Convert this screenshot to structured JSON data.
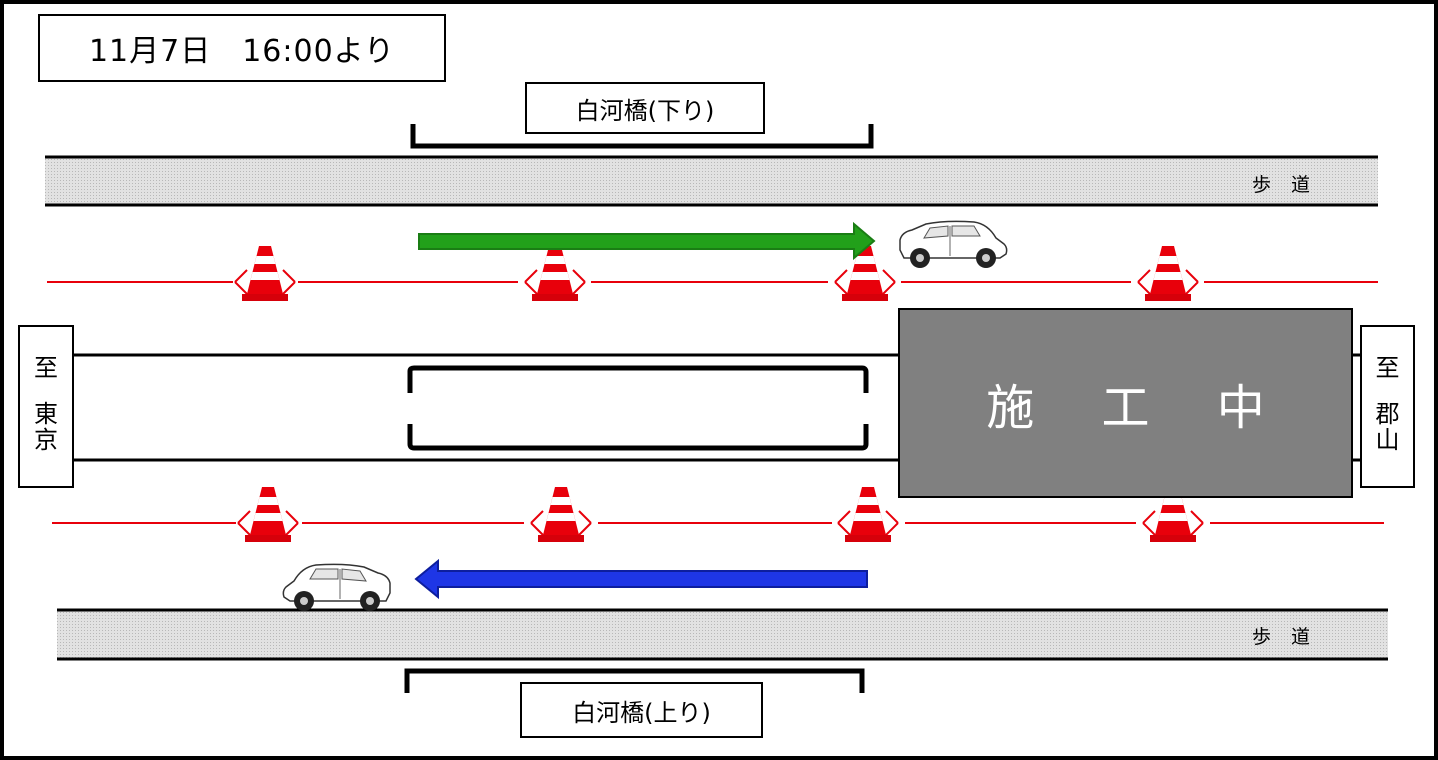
{
  "header": {
    "date_text": "11月7日　16:00より"
  },
  "bridges": {
    "down_label": "白河橋(下り)",
    "up_label": "白河橋(上り)"
  },
  "directions": {
    "west": [
      "至",
      "東",
      "京"
    ],
    "east": [
      "至",
      "郡",
      "山"
    ]
  },
  "construction": {
    "label": "施 工 中"
  },
  "sidewalks": {
    "top_label": "歩道",
    "bottom_label": "歩道"
  },
  "colors": {
    "lane_line": "#e8000b",
    "cone": "#e8000b",
    "arrow_down": "#22a01a",
    "arrow_up": "#1e36e6",
    "construction_fill": "#808080",
    "sidewalk_fill": "#d9d9d9"
  },
  "icons": {
    "cone": "traffic-cone-icon",
    "car": "car-icon",
    "arrow_down": "arrow-right-icon",
    "arrow_up": "arrow-left-icon"
  }
}
